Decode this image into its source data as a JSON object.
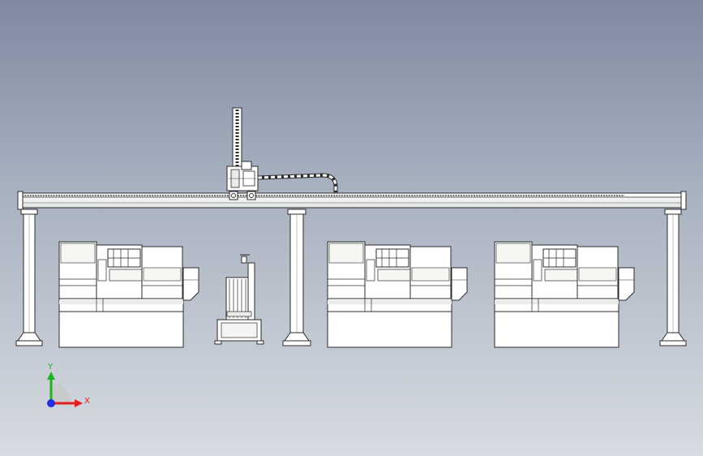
{
  "view": {
    "colors": {
      "background_top": "#7f8aa0",
      "background_bottom": "#d7dbe2",
      "line": "#2b2b2b",
      "part_fill": "#ffffff",
      "part_shade": "#e9ece8"
    }
  },
  "triad": {
    "x_label": "X",
    "y_label": "Y",
    "x_color": "#e02020",
    "y_color": "#20b020",
    "z_color": "#2030e0"
  },
  "model": {
    "gantry": {
      "name": "gantry-beam",
      "columns": 3
    },
    "machines": [
      {
        "name": "cnc-lathe-1"
      },
      {
        "name": "cnc-lathe-2"
      },
      {
        "name": "cnc-lathe-3"
      }
    ],
    "stations": [
      {
        "name": "material-rack"
      }
    ]
  }
}
